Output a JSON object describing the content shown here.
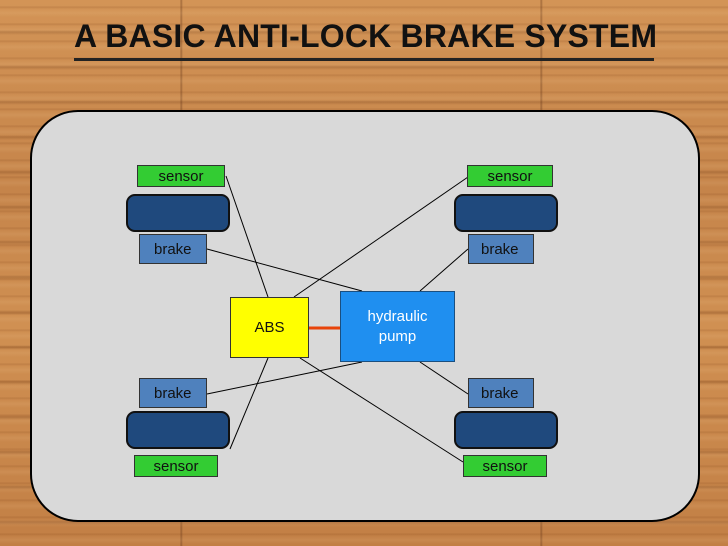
{
  "title": "A BASIC ANTI-LOCK BRAKE SYSTEM",
  "colors": {
    "sensor": "#33cc33",
    "brake": "#4f81bd",
    "wheel": "#1f497d",
    "abs": "#ffff00",
    "pump": "#1f8ff0",
    "abs_pump_link": "#e8440a",
    "wire": "#000000",
    "panel": "#d9d9d9"
  },
  "labels": {
    "sensor_top_left": "sensor",
    "sensor_top_right": "sensor",
    "sensor_bottom_left": "sensor",
    "sensor_bottom_right": "sensor",
    "brake_top_left": "brake",
    "brake_top_right": "brake",
    "brake_bottom_left": "brake",
    "brake_bottom_right": "brake",
    "abs": "ABS",
    "pump_line1": "hydraulic",
    "pump_line2": "pump"
  }
}
